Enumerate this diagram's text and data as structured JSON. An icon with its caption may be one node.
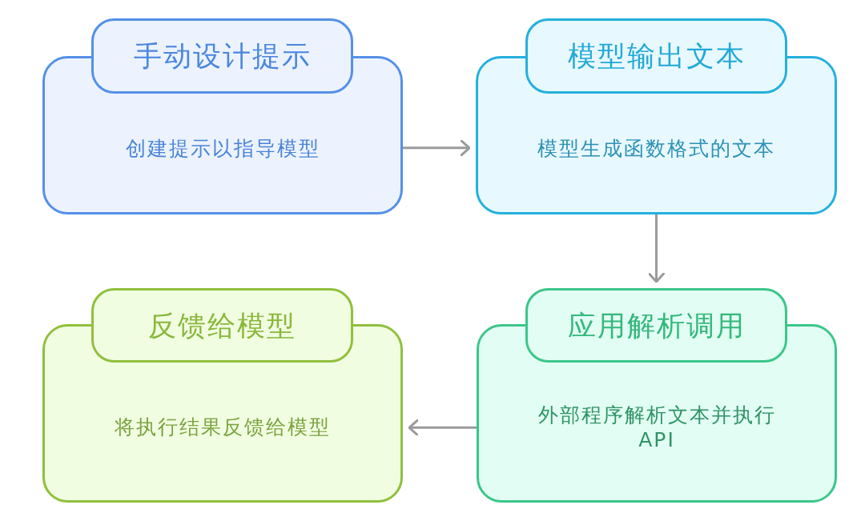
{
  "diagram": {
    "nodes": [
      {
        "text": [
          "手动设计提示",
          "创建提示以指导模型"
        ]
      },
      {
        "text": [
          "模型输出文本",
          "模型生成函数格式的文本"
        ]
      },
      {
        "text": [
          "反馈给模型",
          "将执行结果反馈给模型"
        ]
      },
      {
        "text": [
          "应用解析调用",
          "外部程序解析文本并执行 API"
        ]
      }
    ],
    "edges": [
      {
        "from": 0,
        "to": 1,
        "arrow": "to"
      },
      {
        "from": 1,
        "to": 3,
        "arrow": "to"
      },
      {
        "from": 3,
        "to": 2,
        "arrow": "to"
      }
    ]
  }
}
